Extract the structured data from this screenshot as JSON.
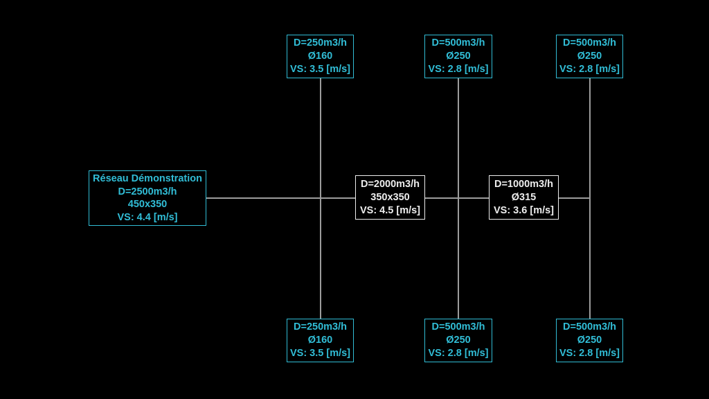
{
  "diagram": {
    "title": "Réseau Démonstration",
    "background": "#000000",
    "colors": {
      "branch_accent": "#31bdd6",
      "trunk_accent": "#ededed",
      "connector": "#9c9c9c"
    },
    "root_node": {
      "lines": [
        "Réseau Démonstration",
        "D=2500m3/h",
        "450x350",
        "VS: 4.4 [m/s]"
      ]
    },
    "trunk_nodes": [
      {
        "lines": [
          "D=2000m3/h",
          "350x350",
          "VS: 4.5 [m/s]"
        ]
      },
      {
        "lines": [
          "D=1000m3/h",
          "Ø315",
          "VS: 3.6 [m/s]"
        ]
      }
    ],
    "top_branch_nodes": [
      {
        "lines": [
          "D=250m3/h",
          "Ø160",
          "VS: 3.5 [m/s]"
        ]
      },
      {
        "lines": [
          "D=500m3/h",
          "Ø250",
          "VS: 2.8 [m/s]"
        ]
      },
      {
        "lines": [
          "D=500m3/h",
          "Ø250",
          "VS: 2.8 [m/s]"
        ]
      }
    ],
    "bottom_branch_nodes": [
      {
        "lines": [
          "D=250m3/h",
          "Ø160",
          "VS: 3.5 [m/s]"
        ]
      },
      {
        "lines": [
          "D=500m3/h",
          "Ø250",
          "VS: 2.8 [m/s]"
        ]
      },
      {
        "lines": [
          "D=500m3/h",
          "Ø250",
          "VS: 2.8 [m/s]"
        ]
      }
    ]
  }
}
